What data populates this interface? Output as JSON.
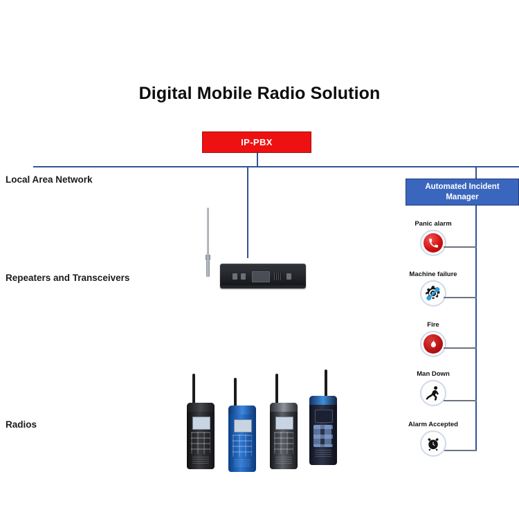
{
  "title": "Digital Mobile Radio Solution",
  "row_labels": {
    "lan": "Local Area Network",
    "repeaters": "Repeaters and Transceivers",
    "radios": "Radios"
  },
  "nodes": {
    "ip_pbx": "IP-PBX",
    "incident_manager": "Automated Incident Manager"
  },
  "alerts": [
    {
      "label": "Panic alarm",
      "icon": "phone-handset-icon"
    },
    {
      "label": "Machine failure",
      "icon": "gear-wrench-icon"
    },
    {
      "label": "Fire",
      "icon": "flame-icon"
    },
    {
      "label": "Man Down",
      "icon": "falling-person-icon"
    },
    {
      "label": "Alarm Accepted",
      "icon": "alarm-clock-icon"
    }
  ],
  "colors": {
    "ip_pbx_fill": "#EE1111",
    "ip_pbx_border": "#A50C0C",
    "incident_manager_fill": "#3A66BD",
    "incident_manager_border": "#1F3D7A",
    "connector_line": "#2F5496",
    "stub_line": "#6B7280",
    "background": "#FFFFFF",
    "text": "#1A1A1A"
  }
}
